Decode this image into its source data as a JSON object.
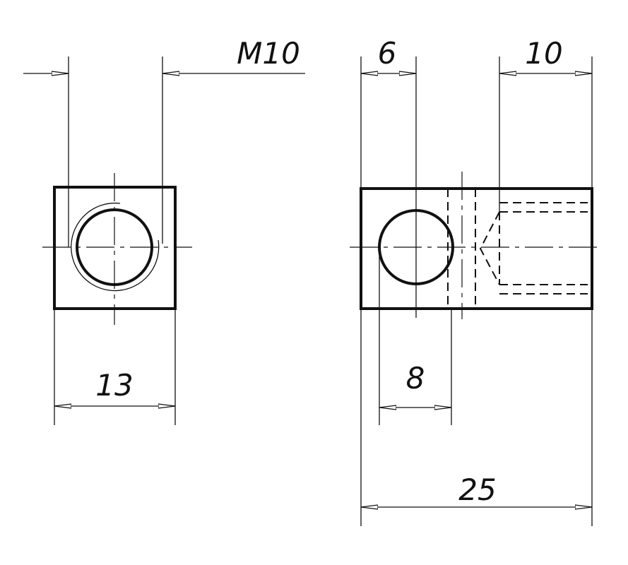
{
  "drawing": {
    "front_view": {
      "thread_label": "M10",
      "width_label": "13"
    },
    "side_view": {
      "hole_offset_label": "6",
      "thread_depth_label": "10",
      "hole_diameter_label": "8",
      "length_label": "25"
    }
  }
}
